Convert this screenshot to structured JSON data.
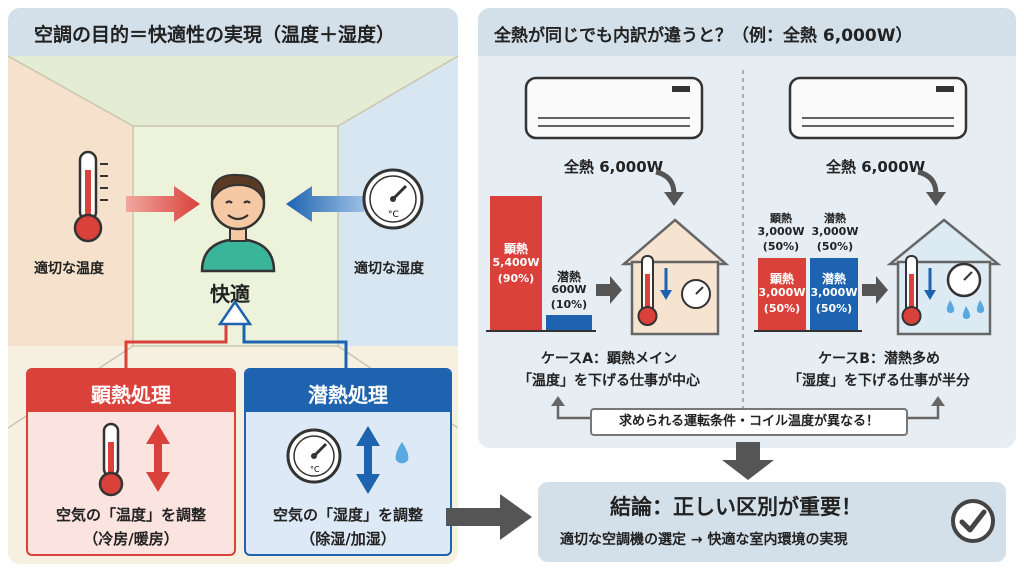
{
  "left": {
    "title": "空調の目的＝快適性の実現（温度＋湿度）",
    "temp_label": "適切な温度",
    "humidity_label": "適切な湿度",
    "comfort_label": "快適",
    "sensible": {
      "title": "顕熱処理",
      "line1": "空気の「温度」を調整",
      "line2": "（冷房/暖房）"
    },
    "latent": {
      "title": "潜熱処理",
      "line1": "空気の「湿度」を調整",
      "line2": "（除湿/加湿）"
    },
    "gauge_unit": "°C"
  },
  "right": {
    "title": "全熱が同じでも内訳が違うと？（例：全熱 6,000W）",
    "case_a": {
      "total": "全熱 6,000W",
      "bar1_name": "顕熱",
      "bar1_value": "5,400W",
      "bar1_pct": "(90%)",
      "bar2_name": "潜熱",
      "bar2_value": "600W",
      "bar2_pct": "(10%)",
      "caption1": "ケースA：顕熱メイン",
      "caption2": "「温度」を下げる仕事が中心"
    },
    "case_b": {
      "total": "全熱 6,000W",
      "top1_name": "顕熱",
      "top1_value": "3,000W",
      "top1_pct": "(50%)",
      "top2_name": "潜熱",
      "top2_value": "3,000W",
      "top2_pct": "(50%)",
      "bar1_name": "顕熱",
      "bar1_value": "3,000W",
      "bar1_pct": "(50%)",
      "bar2_name": "潜熱",
      "bar2_value": "3,000W",
      "bar2_pct": "(50%)",
      "caption1": "ケースB：潜熱多め",
      "caption2": "「湿度」を下げる仕事が半分"
    },
    "note": "求められる運転条件・コイル温度が異なる！"
  },
  "conclusion": {
    "title": "結論：正しい区別が重要！",
    "subtitle": "適切な空調機の選定 → 快適な室内環境の実現"
  },
  "colors": {
    "red": "#d9413a",
    "blue": "#1e63b0",
    "panel": "#e6eef4",
    "title_bar": "#d3e0ea"
  }
}
